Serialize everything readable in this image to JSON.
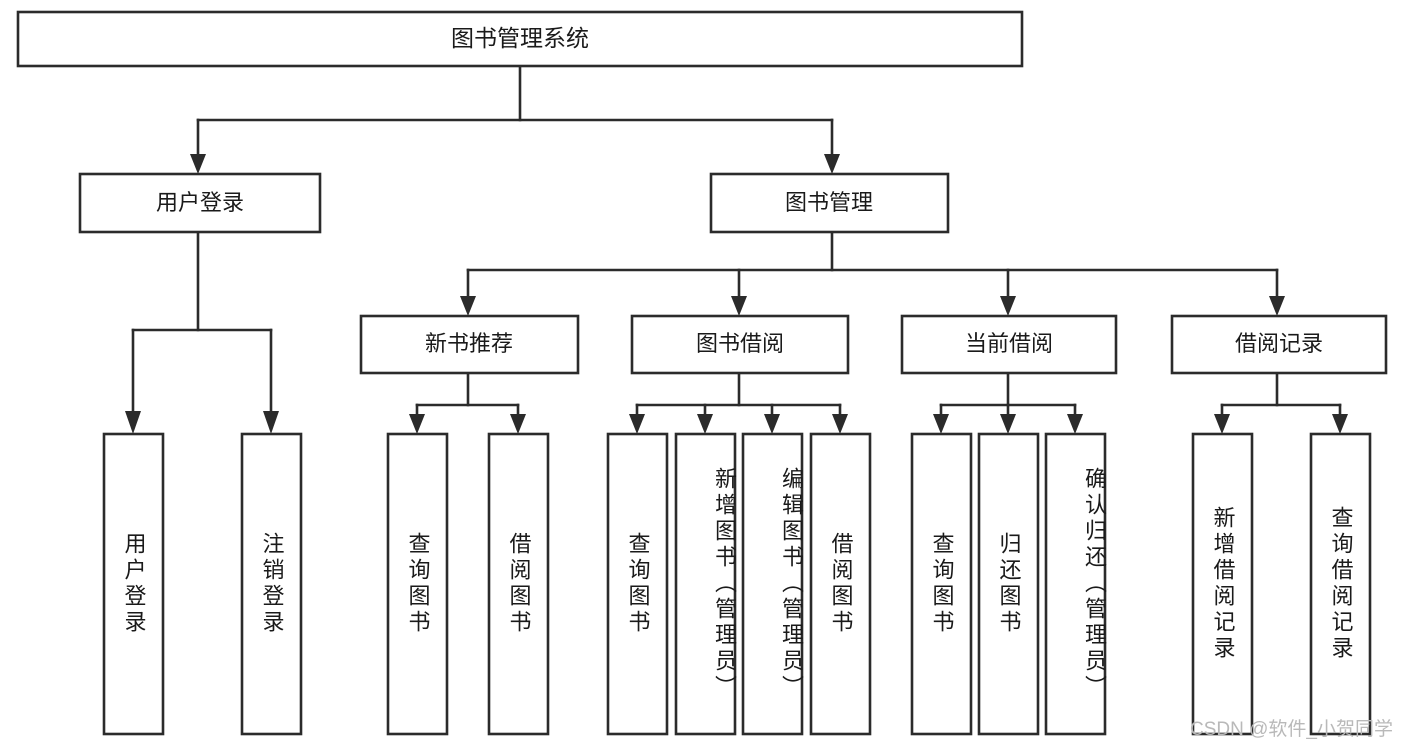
{
  "diagram": {
    "type": "tree",
    "title": "图书管理系统",
    "orientation": "top-down",
    "colors": {
      "box_fill": "#ffffff",
      "box_stroke": "#2b2b2b",
      "text": "#1a1a1a",
      "background": "#ffffff",
      "watermark": "#b9b9b9"
    },
    "root": {
      "label": "图书管理系统"
    },
    "level2": [
      {
        "id": "user-login",
        "label": "用户登录"
      },
      {
        "id": "book-manage",
        "label": "图书管理"
      }
    ],
    "level3": [
      {
        "id": "new-book-recommend",
        "label": "新书推荐",
        "parent": "book-manage"
      },
      {
        "id": "book-borrow",
        "label": "图书借阅",
        "parent": "book-manage"
      },
      {
        "id": "current-borrow",
        "label": "当前借阅",
        "parent": "book-manage"
      },
      {
        "id": "borrow-record",
        "label": "借阅记录",
        "parent": "book-manage"
      }
    ],
    "leaves": [
      {
        "id": "leaf-user-login",
        "label": "用户登录",
        "parent": "user-login"
      },
      {
        "id": "leaf-logout",
        "label": "注销登录",
        "parent": "user-login"
      },
      {
        "id": "leaf-query-book-1",
        "label": "查询图书",
        "parent": "new-book-recommend"
      },
      {
        "id": "leaf-borrow-book-1",
        "label": "借阅图书",
        "parent": "new-book-recommend"
      },
      {
        "id": "leaf-query-book-2",
        "label": "查询图书",
        "parent": "book-borrow"
      },
      {
        "id": "leaf-add-book",
        "label": "新增图书（管理员）",
        "parent": "book-borrow"
      },
      {
        "id": "leaf-edit-book",
        "label": "编辑图书（管理员）",
        "parent": "book-borrow"
      },
      {
        "id": "leaf-borrow-book-2",
        "label": "借阅图书",
        "parent": "book-borrow"
      },
      {
        "id": "leaf-query-book-3",
        "label": "查询图书",
        "parent": "current-borrow"
      },
      {
        "id": "leaf-return-book",
        "label": "归还图书",
        "parent": "current-borrow"
      },
      {
        "id": "leaf-confirm-return",
        "label": "确认归还（管理员）",
        "parent": "current-borrow"
      },
      {
        "id": "leaf-add-record",
        "label": "新增借阅记录",
        "parent": "borrow-record"
      },
      {
        "id": "leaf-query-record",
        "label": "查询借阅记录",
        "parent": "borrow-record"
      }
    ],
    "watermark": "CSDN @软件_小贺同学"
  }
}
